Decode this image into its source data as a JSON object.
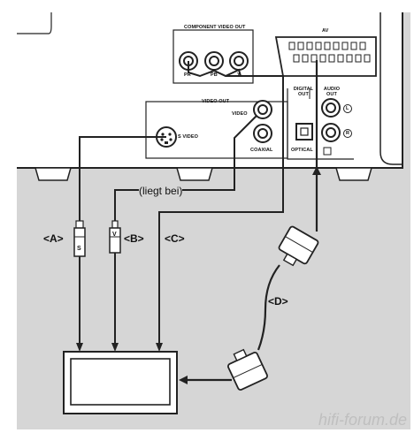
{
  "panel": {
    "component_video_out": "COMPONENT VIDEO OUT",
    "pr": "PR",
    "pb": "PB",
    "y": "Y",
    "av": "AV",
    "digital_out": "DIGITAL OUT",
    "audio_out": "AUDIO OUT",
    "video_out": "VIDEO OUT",
    "video": "VIDEO",
    "s_video": "S VIDEO",
    "coaxial": "COAXIAL",
    "optical": "OPTICAL",
    "l_mark": "L",
    "r_mark": "R"
  },
  "annotations": {
    "supplied": "(liegt bei)",
    "a": "<A>",
    "b": "<B>",
    "c": "<C>",
    "d": "<D>"
  },
  "plugs": {
    "s_plug_letter": "S",
    "v_plug_letter": "V"
  },
  "watermark": "hifi-forum.de"
}
